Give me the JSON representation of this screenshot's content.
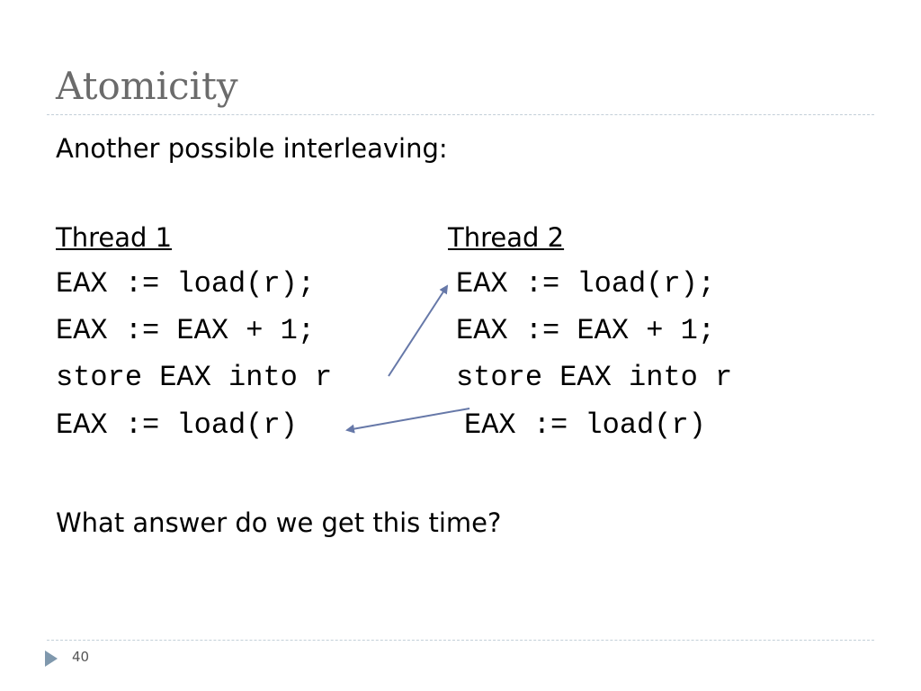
{
  "slide": {
    "title": "Atomicity",
    "subtitle": "Another possible interleaving:",
    "thread1": {
      "heading": "Thread 1",
      "lines": [
        "EAX := load(r);",
        "EAX := EAX + 1;",
        "store EAX into r",
        "EAX := load(r)"
      ]
    },
    "thread2": {
      "heading": "Thread 2",
      "lines": [
        "EAX := load(r);",
        "EAX := EAX + 1;",
        "store EAX into r",
        "EAX := load(r)"
      ]
    },
    "question": "What answer do we get this time?",
    "page_number": "40"
  },
  "colors": {
    "title": "#6b6b6b",
    "arrow": "#6678a8",
    "bullet": "#7f98ad"
  },
  "icons": {
    "footer_marker": "triangle-right-icon"
  }
}
